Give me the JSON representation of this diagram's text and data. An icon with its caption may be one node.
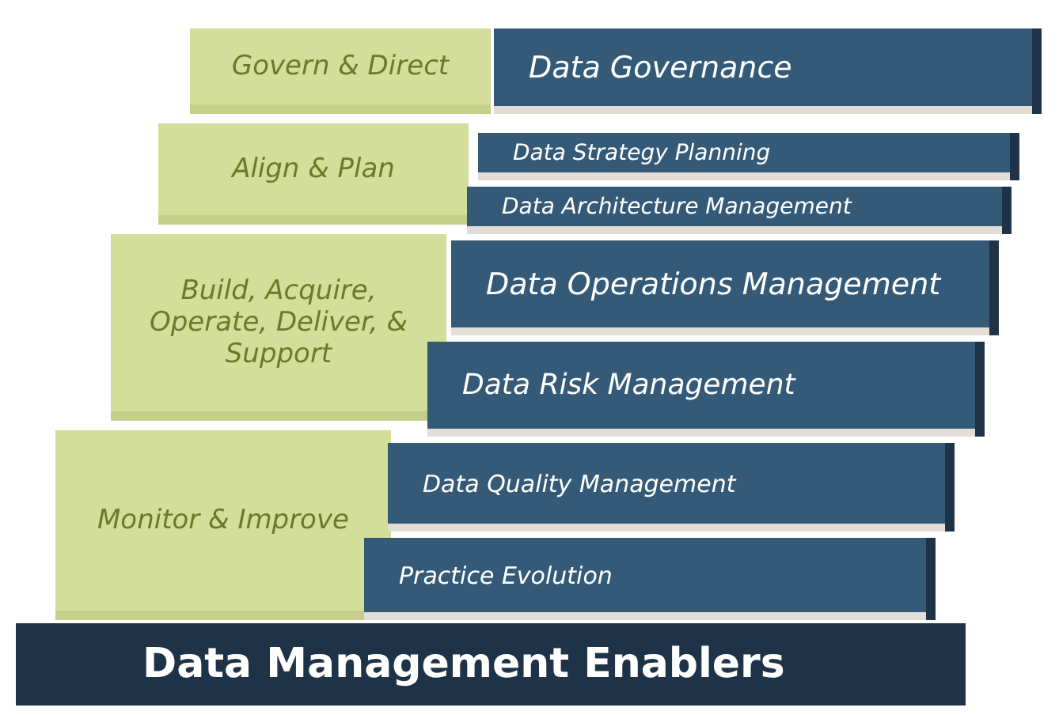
{
  "diagram": {
    "nodes": [
      {
        "text": [
          "Govern & Direct"
        ]
      },
      {
        "text": [
          "Data Governance"
        ]
      },
      {
        "text": [
          "Align & Plan"
        ]
      },
      {
        "text": [
          "Data Strategy Planning"
        ]
      },
      {
        "text": [
          "Data Architecture Management"
        ]
      },
      {
        "text": [
          "Build, Acquire, Operate, Deliver, & Support"
        ]
      },
      {
        "text": [
          "Data Operations Management"
        ]
      },
      {
        "text": [
          "Data Risk Management"
        ]
      },
      {
        "text": [
          "Monitor & Improve"
        ]
      },
      {
        "text": [
          "Data Quality Management"
        ]
      },
      {
        "text": [
          "Practice Evolution"
        ]
      },
      {
        "text": [
          "Data Management Enablers"
        ]
      }
    ]
  }
}
